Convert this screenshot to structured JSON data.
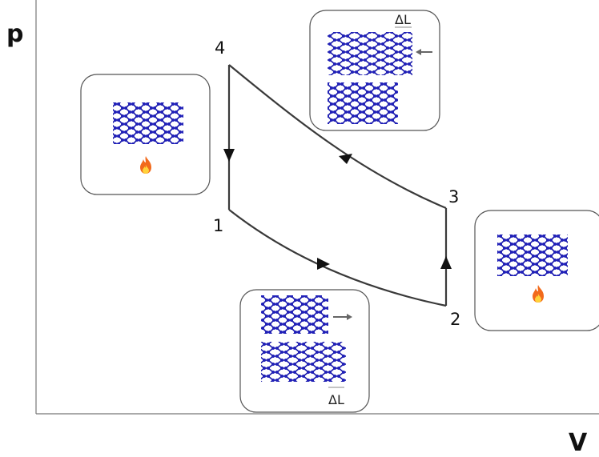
{
  "axes": {
    "y_label": "p",
    "x_label": "V"
  },
  "states": [
    {
      "id": "1",
      "label": "1"
    },
    {
      "id": "2",
      "label": "2"
    },
    {
      "id": "3",
      "label": "3"
    },
    {
      "id": "4",
      "label": "4"
    }
  ],
  "panels": {
    "heating_left": {
      "icon": "fire-icon"
    },
    "heating_right": {
      "icon": "fire-icon"
    },
    "stretched_bottom": {
      "delta_label": "ΔL",
      "icon": "arrow-right-icon"
    },
    "compressed_top": {
      "delta_label": "ΔL",
      "icon": "arrow-left-icon"
    }
  },
  "colors": {
    "lattice": "#1a1aa8",
    "lattice_node": "#2020b8",
    "cycle_line": "#3a3a3a",
    "flame_outer": "#f26a1b",
    "flame_inner": "#ffd23a"
  }
}
